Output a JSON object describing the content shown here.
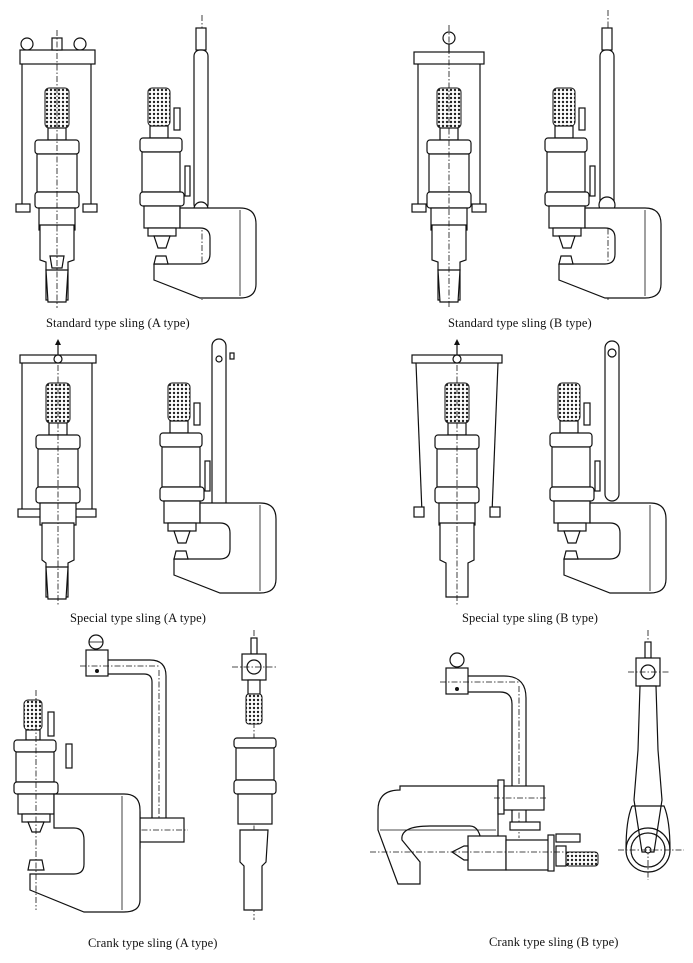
{
  "figures": [
    {
      "id": "standard-a",
      "caption": "Standard type sling (A type)"
    },
    {
      "id": "standard-b",
      "caption": "Standard type sling (B type)"
    },
    {
      "id": "special-a",
      "caption": "Special type sling (A type)"
    },
    {
      "id": "special-b",
      "caption": "Special type sling (B type)"
    },
    {
      "id": "crank-a",
      "caption": "Crank type sling (A type)"
    },
    {
      "id": "crank-b",
      "caption": "Crank type sling (B type)"
    }
  ]
}
